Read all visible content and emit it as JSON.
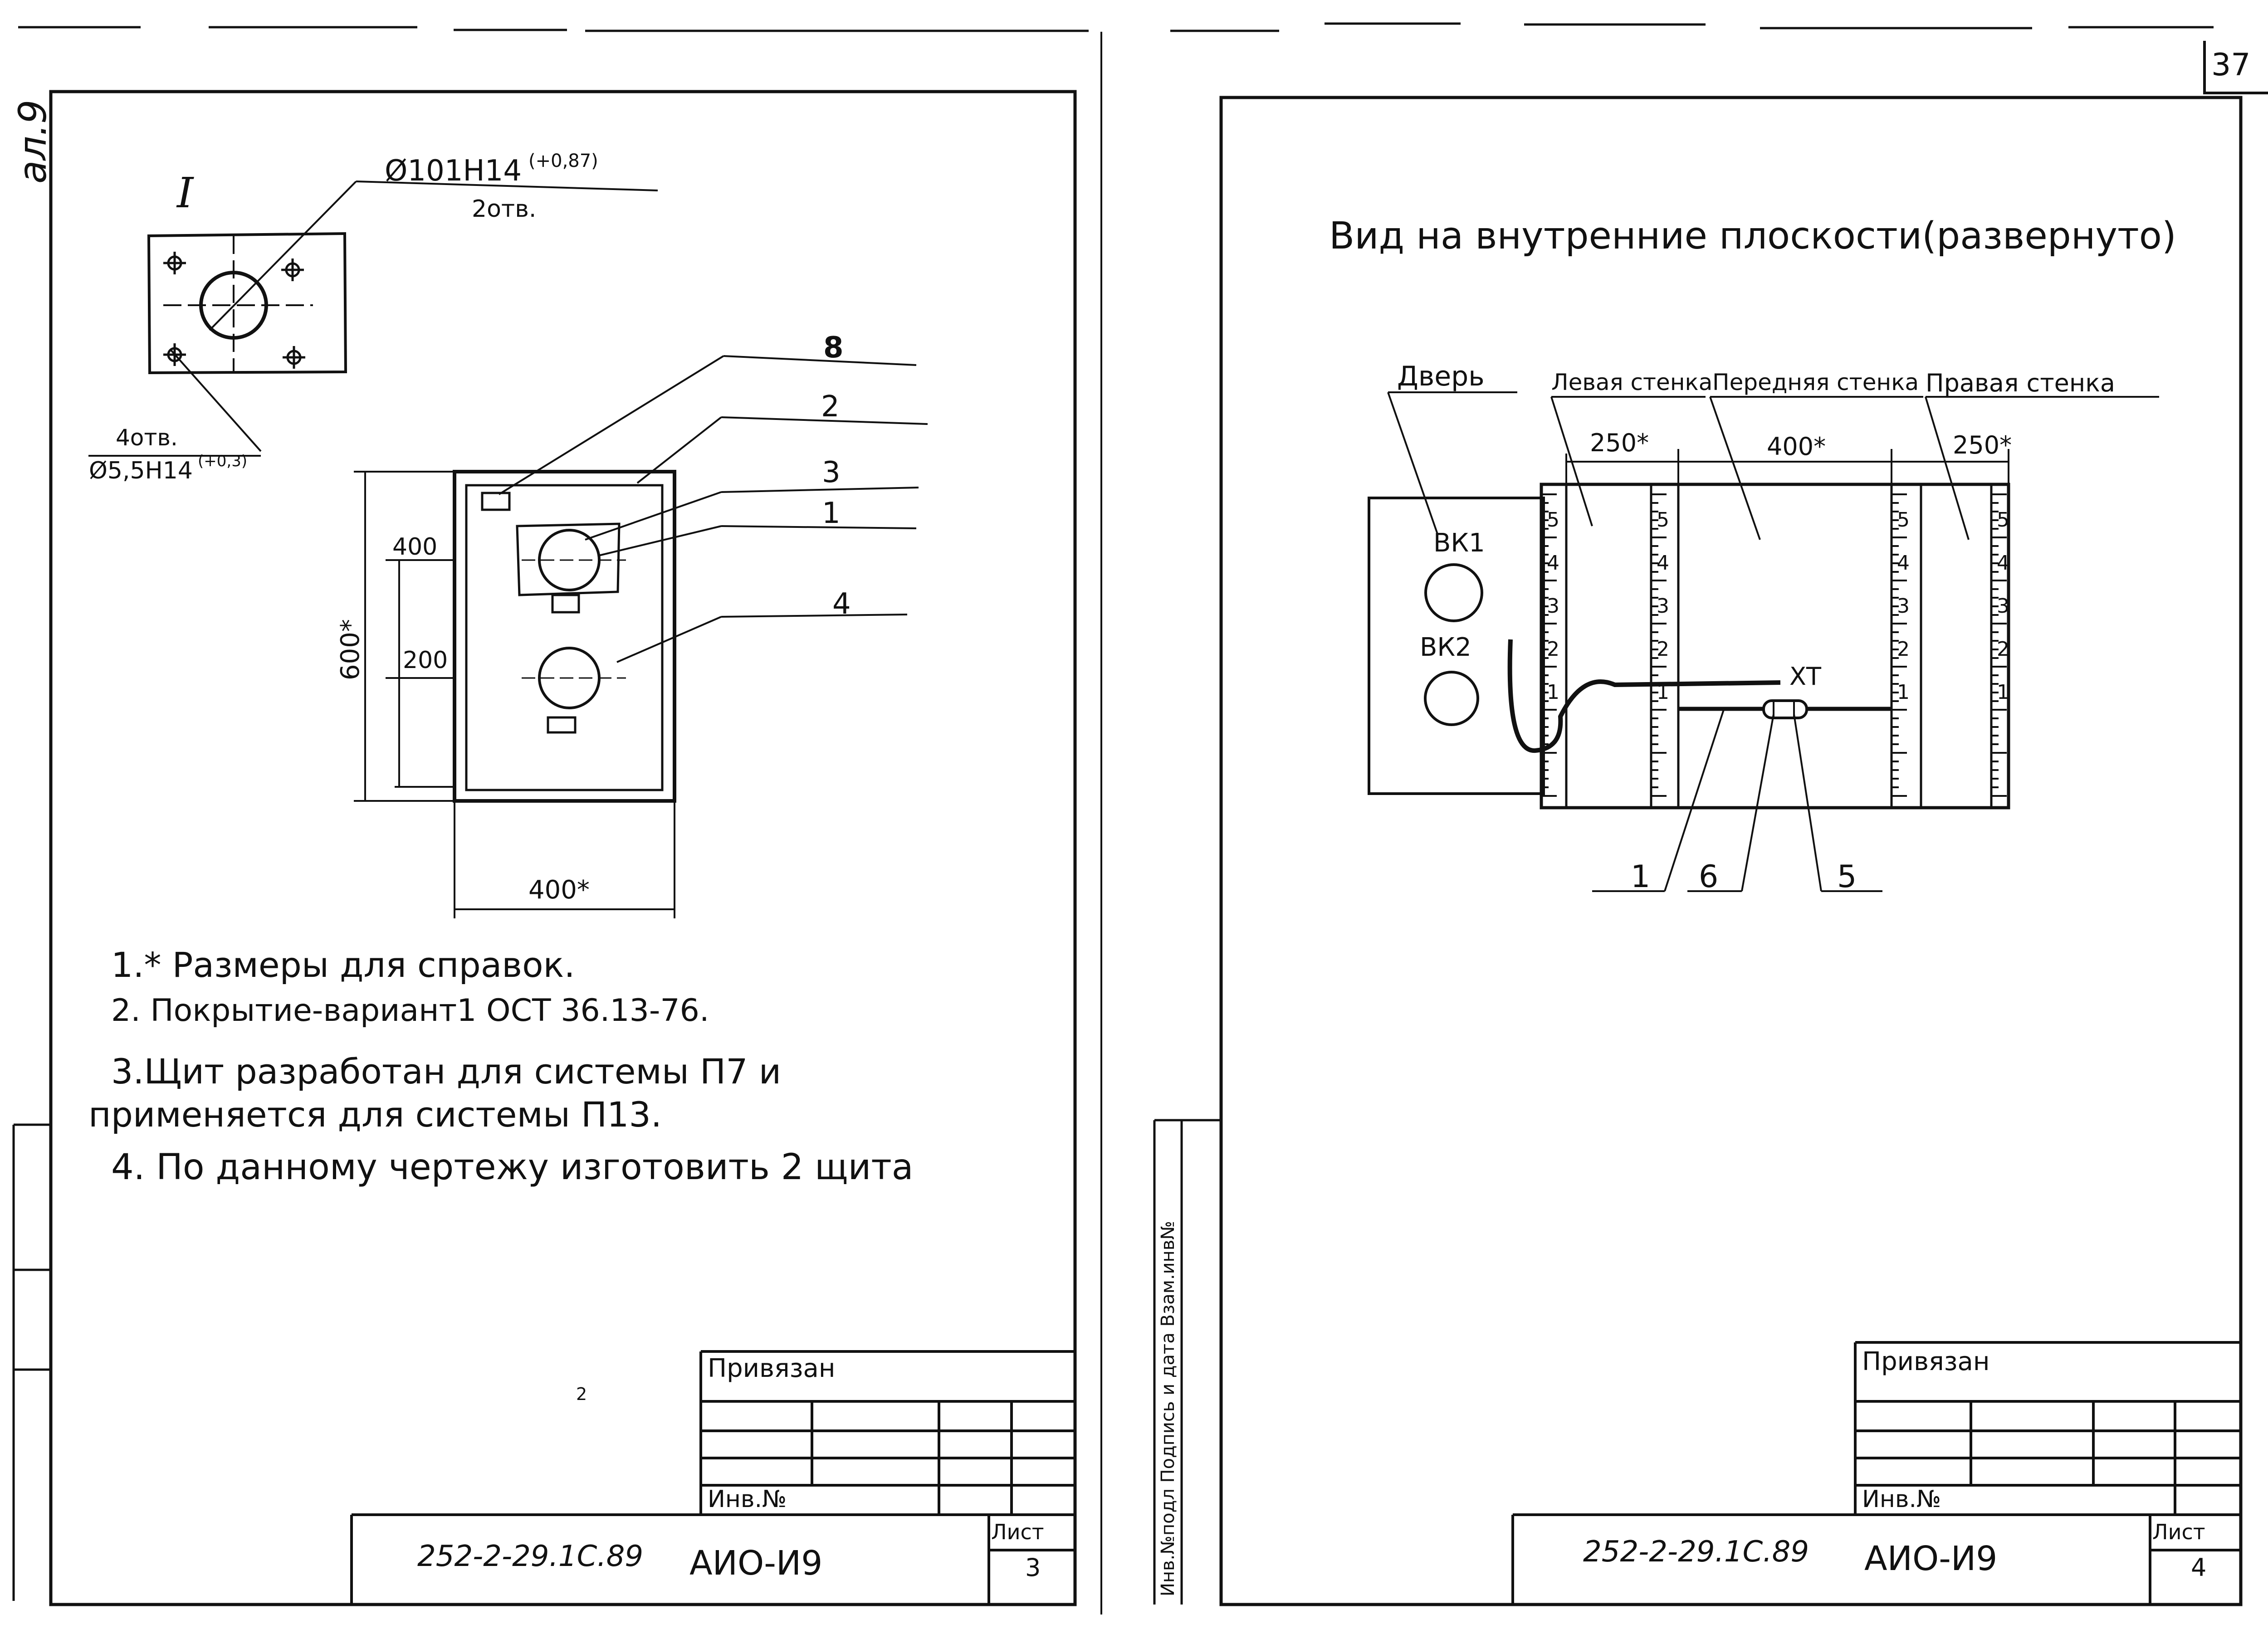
{
  "page_number": "37",
  "side_label": "ал.9",
  "left_sheet": {
    "detail_mark": "I",
    "hole_big_label": "Ø101Н14",
    "hole_big_tol": "(+0,87)",
    "hole_big_count": "2отв.",
    "hole_small_count": "4отв.",
    "hole_small_label": "Ø5,5Н14",
    "hole_small_tol": "(+0,3)",
    "callouts": [
      "8",
      "2",
      "3",
      "1",
      "4"
    ],
    "dim_400_top": "400",
    "dim_200": "200",
    "dim_600": "600*",
    "dim_400_bottom": "400*",
    "notes": [
      "1.* Размеры для справок.",
      "2. Покрытие-вариант1 ОСТ 36.13-76.",
      "3.Щит разработан для системы П7 и",
      "применяется для системы П13.",
      "4. По данному чертежу изготовить 2 щита"
    ],
    "stamp_bound": "Привязан",
    "stamp_inv": "Инв.№",
    "doc_code": "252-2-29.1С.89",
    "doc_name": "АИО-И9",
    "sheet_label": "Лист",
    "sheet_no": "3",
    "stray_mark": "2"
  },
  "right_sheet": {
    "title": "Вид на внутренние плоскости(развернуто)",
    "door_label": "Дверь",
    "wall_left_label": "Левая стенка",
    "wall_front_label": "Передняя стенка",
    "wall_right_label": "Правая стенка",
    "dim_250_left": "250*",
    "dim_400": "400*",
    "dim_250_right": "250*",
    "vk1": "ВК1",
    "vk2": "ВК2",
    "xt": "ХТ",
    "scale_marks": [
      "5",
      "4",
      "3",
      "2",
      "1"
    ],
    "callouts": [
      "1",
      "6",
      "5"
    ],
    "side_stamp": "Инв.№подл  Подпись и дата  Взам.инв№",
    "stamp_bound": "Привязан",
    "stamp_inv": "Инв.№",
    "doc_code": "252-2-29.1С.89",
    "doc_name": "АИО-И9",
    "sheet_label": "Лист",
    "sheet_no": "4"
  }
}
